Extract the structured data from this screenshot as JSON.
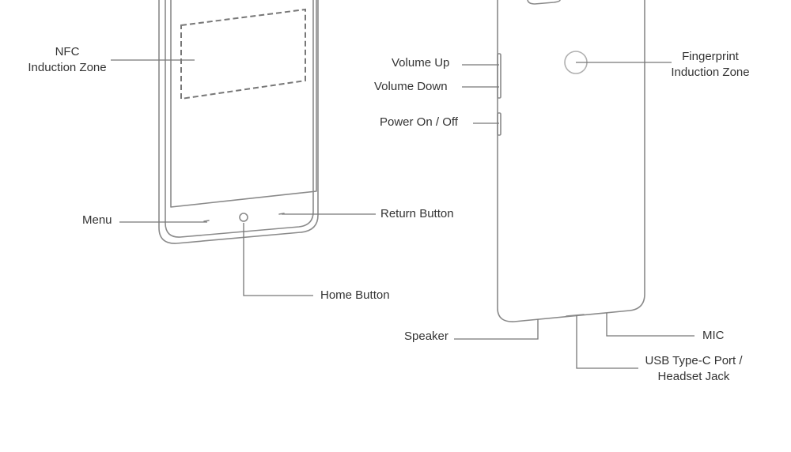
{
  "labels": {
    "nfc_line1": "NFC",
    "nfc_line2": "Induction Zone",
    "menu": "Menu",
    "return_button": "Return Button",
    "home_button": "Home Button",
    "volume_up": "Volume Up",
    "volume_down": "Volume Down",
    "power": "Power On / Off",
    "fingerprint_line1": "Fingerprint",
    "fingerprint_line2": "Induction Zone",
    "speaker": "Speaker",
    "mic": "MIC",
    "usb_line1": "USB Type-C Port /",
    "usb_line2": "Headset Jack"
  },
  "colors": {
    "outline": "#8a8a8a",
    "leader": "#777777",
    "text": "#333333",
    "background": "#ffffff"
  }
}
